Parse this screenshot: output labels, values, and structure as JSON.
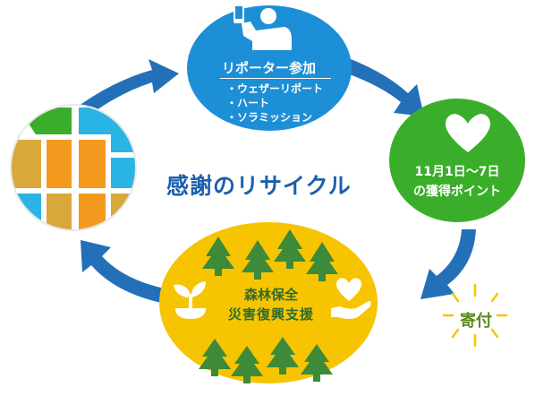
{
  "title": "感謝のリサイクル",
  "reporter": {
    "heading": "リポーター参加",
    "items": [
      "・ウェザーリポート",
      "・ハート",
      "・ソラミッション"
    ]
  },
  "points": {
    "line1": "11月1日〜7日",
    "line2": "の獲得ポイント"
  },
  "forest": {
    "line1": "森林保全",
    "line2": "災害復興支援"
  },
  "donation": {
    "label": "寄付"
  },
  "colors": {
    "title_blue": "#1b5fad",
    "reporter_blue": "#1d8fd6",
    "arrow_blue": "#2470b8",
    "points_green": "#3aae2a",
    "forest_yellow": "#f6c400",
    "tree_green": "#3d8a3a",
    "globe_orange": "#f39a1e",
    "globe_green": "#3aae2a",
    "globe_blue": "#2ab4e4",
    "globe_gold": "#d9a83a"
  },
  "icons": [
    "person-holding-phone-icon",
    "heart-icon",
    "sprout-icon",
    "heart-in-hand-icon",
    "globe-icon"
  ]
}
